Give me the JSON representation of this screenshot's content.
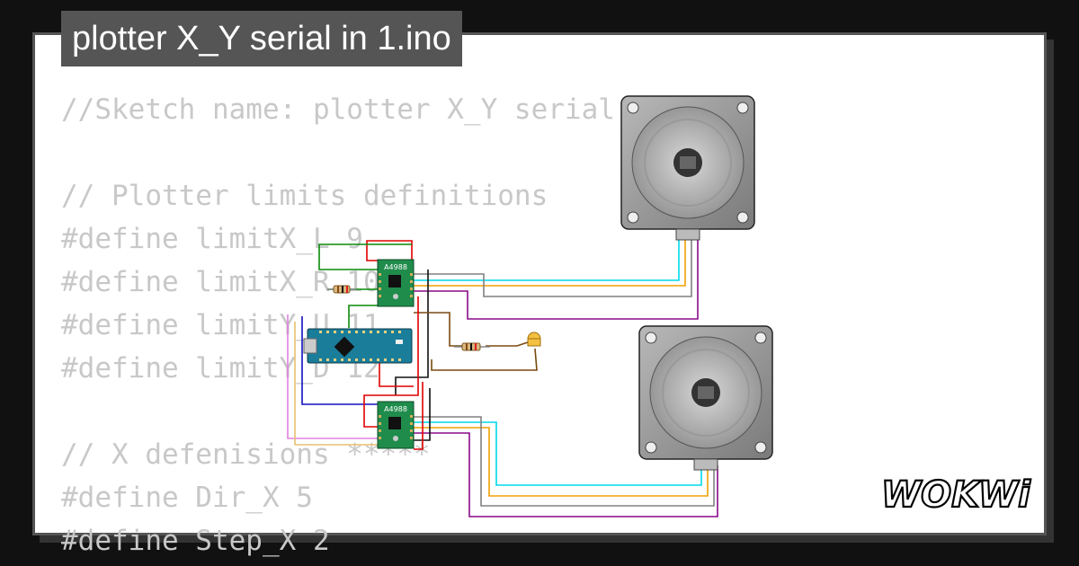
{
  "project": {
    "title": "plotter X_Y serial in 1.ino"
  },
  "code_lines": [
    "//Sketch name: plotter X_Y serial",
    "",
    "// Plotter limits definitions",
    "#define limitX_L 9",
    "#define limitX_R 10",
    "#define limitY_U 11",
    "#define limitY_D 12",
    "",
    "// X defenisions *****",
    "#define Dir_X 5",
    "#define Step_X 2"
  ],
  "components": {
    "driver_top_label": "A4988",
    "driver_bottom_label": "A4988"
  },
  "brand": {
    "logo_text": "WOKWi"
  },
  "colors": {
    "background": "#111111",
    "card": "#ffffff",
    "title_bg": "#555555",
    "code_text": "#c8c8c8",
    "driver_green": "#1f8c4c",
    "nano_blue": "#1a7d9a",
    "motor_gray": "#a8a8a8"
  }
}
